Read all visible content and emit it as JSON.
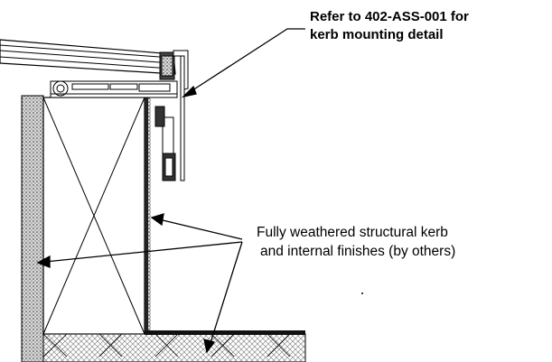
{
  "annotations": {
    "top": {
      "line1": "Refer to 402-ASS-001 for",
      "line2": "kerb mounting detail"
    },
    "bottom": {
      "line1": "Fully weathered structural kerb",
      "line2": "and internal finishes (by others)"
    }
  },
  "colors": {
    "line": "#000000",
    "hatch": "#9a9a9a",
    "background": "#ffffff"
  }
}
